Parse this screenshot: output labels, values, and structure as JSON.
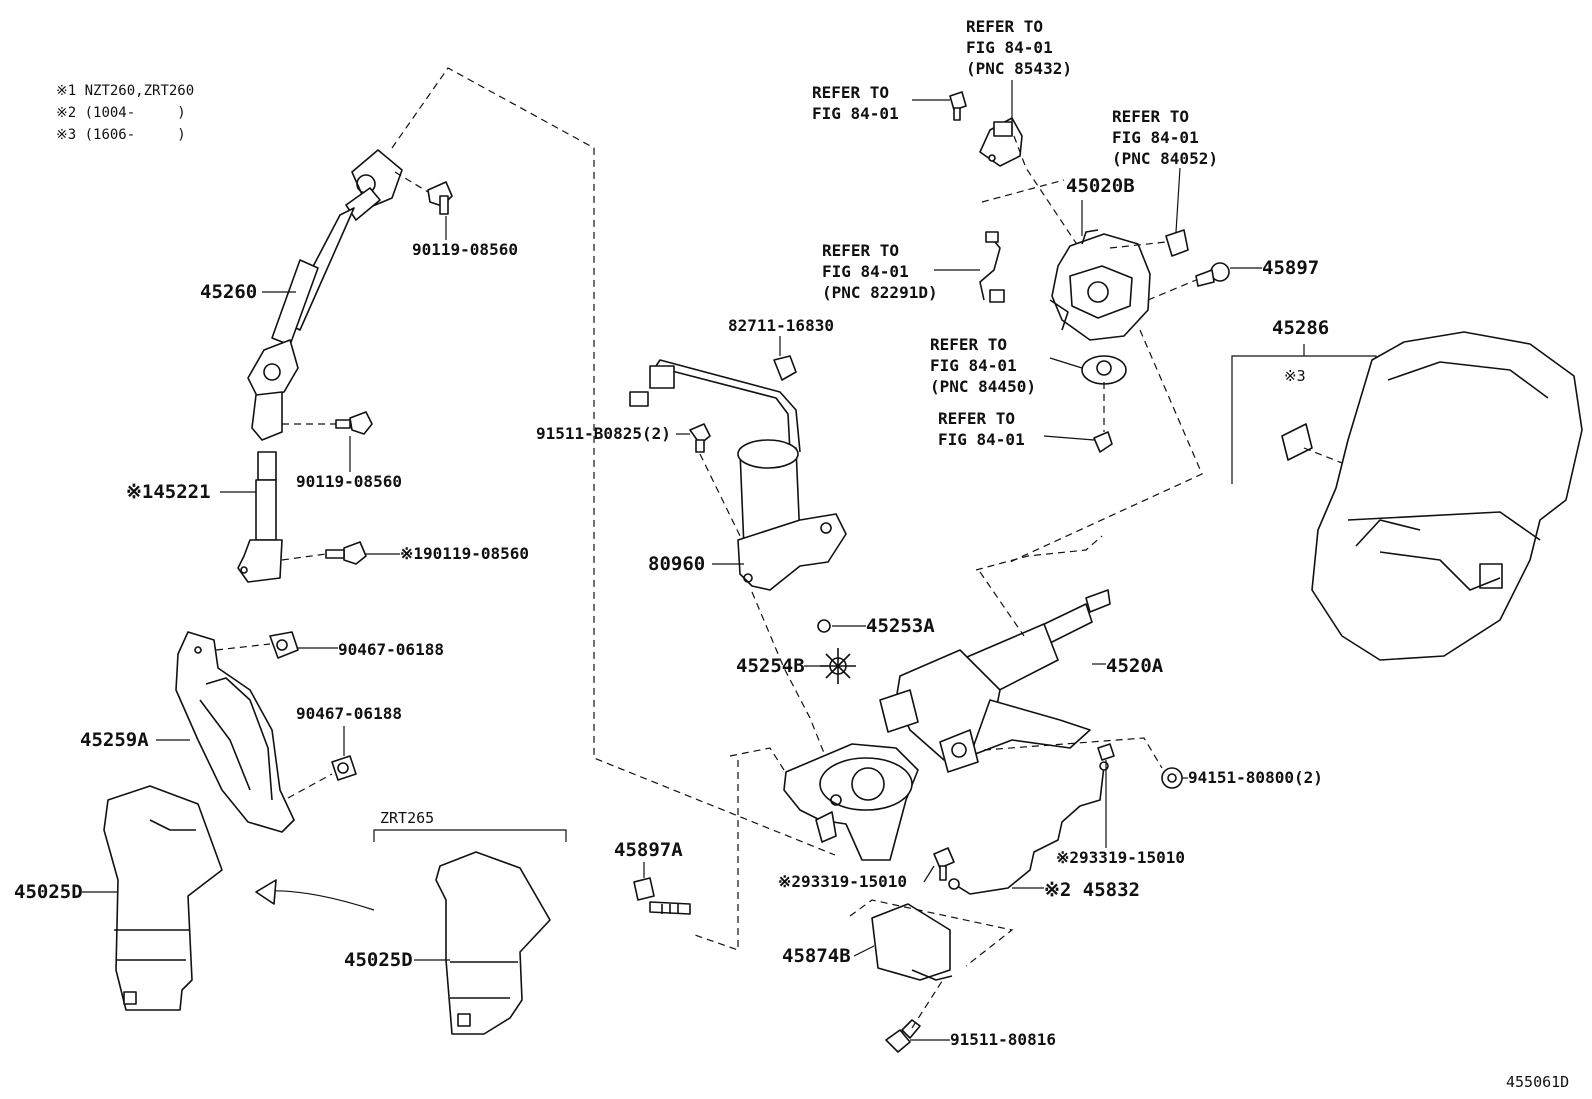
{
  "notes": {
    "n1": "※1 NZT260,ZRT260",
    "n2": "※2 (1004-     )",
    "n3": "※3 (1606-     )"
  },
  "refs": {
    "r85432": "REFER TO\nFIG 84-01\n(PNC 85432)",
    "rfig_a": "REFER TO\nFIG 84-01",
    "r84052": "REFER TO\nFIG 84-01\n(PNC 84052)",
    "r82291d": "REFER TO\nFIG 84-01\n(PNC 82291D)",
    "r84450": "REFER TO\nFIG 84-01\n(PNC 84450)",
    "rfig_b": "REFER TO\nFIG 84-01"
  },
  "parts": {
    "p90119_a": "90119-08560",
    "p45260": "45260",
    "p90119_b": "90119-08560",
    "p45221": "※145221",
    "p90119_c": "※190119-08560",
    "p90467_a": "90467-06188",
    "p90467_b": "90467-06188",
    "p45259a": "45259A",
    "zrt265": "ZRT265",
    "p45025d_a": "45025D",
    "p45025d_b": "45025D",
    "p82711": "82711-16830",
    "p91511_b": "91511-B0825(2)",
    "p80960": "80960",
    "p45253a": "45253A",
    "p45254b": "45254B",
    "p45897a": "45897A",
    "p45020b": "45020B",
    "p45897": "45897",
    "p45286": "45286",
    "star3": "※3",
    "p4520a": "4520A",
    "p94151": "94151-80800(2)",
    "p93319_a": "※293319-15010",
    "p93319_b": "※293319-15010",
    "p45832": "※2 45832",
    "p45874b": "45874B",
    "p91511_80816": "91511-80816"
  },
  "figure_id": "455061D"
}
